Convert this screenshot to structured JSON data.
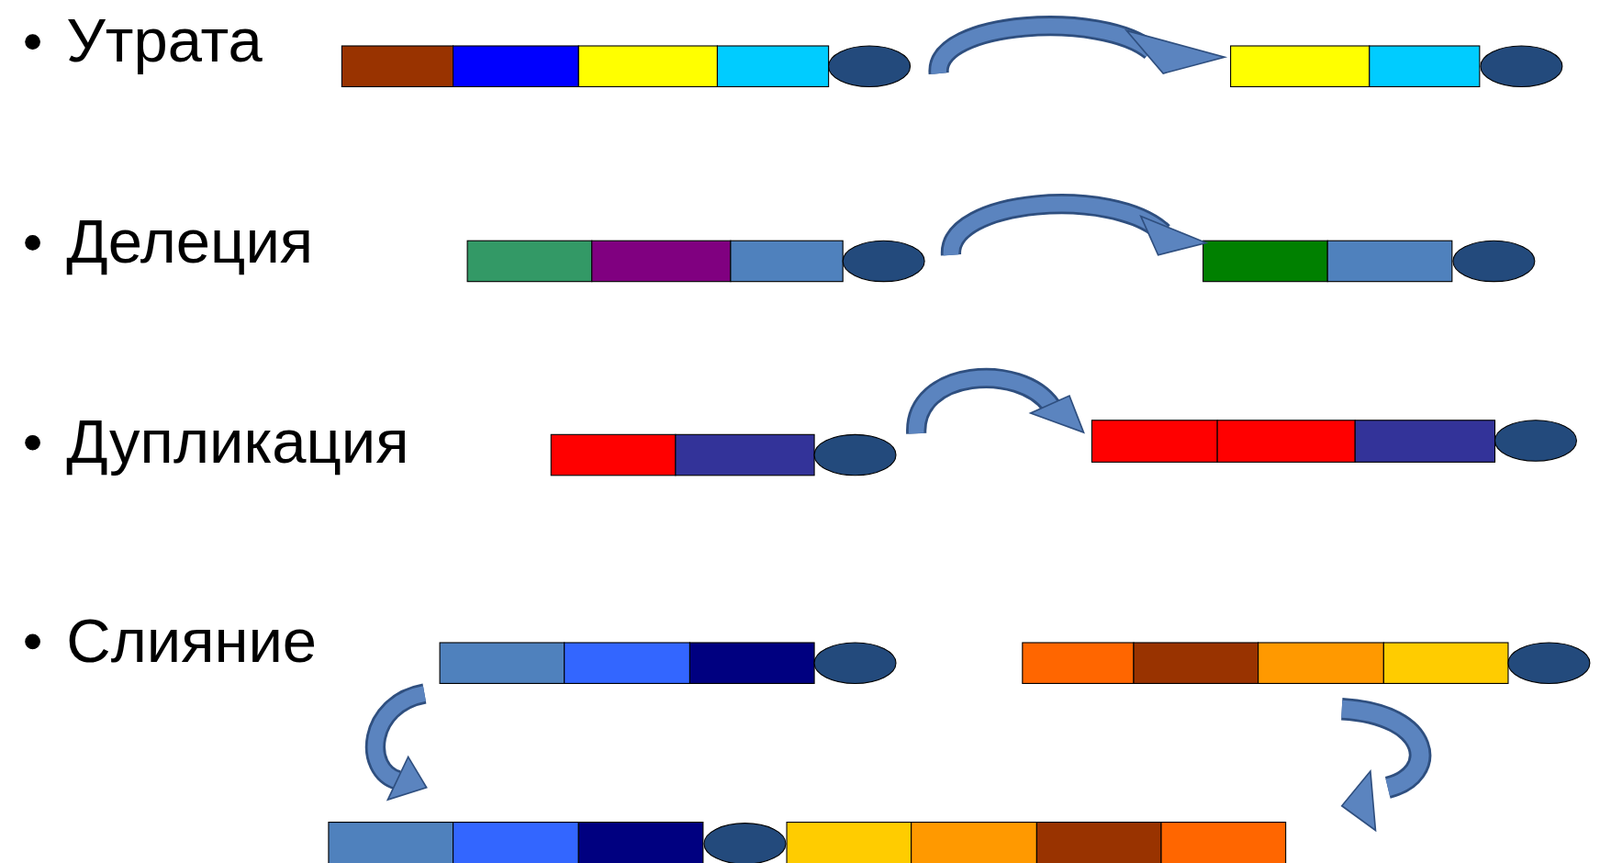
{
  "diagram": {
    "labels": [
      "Утрата",
      "Делеция",
      "Дупликация",
      "Слияние"
    ]
  }
}
